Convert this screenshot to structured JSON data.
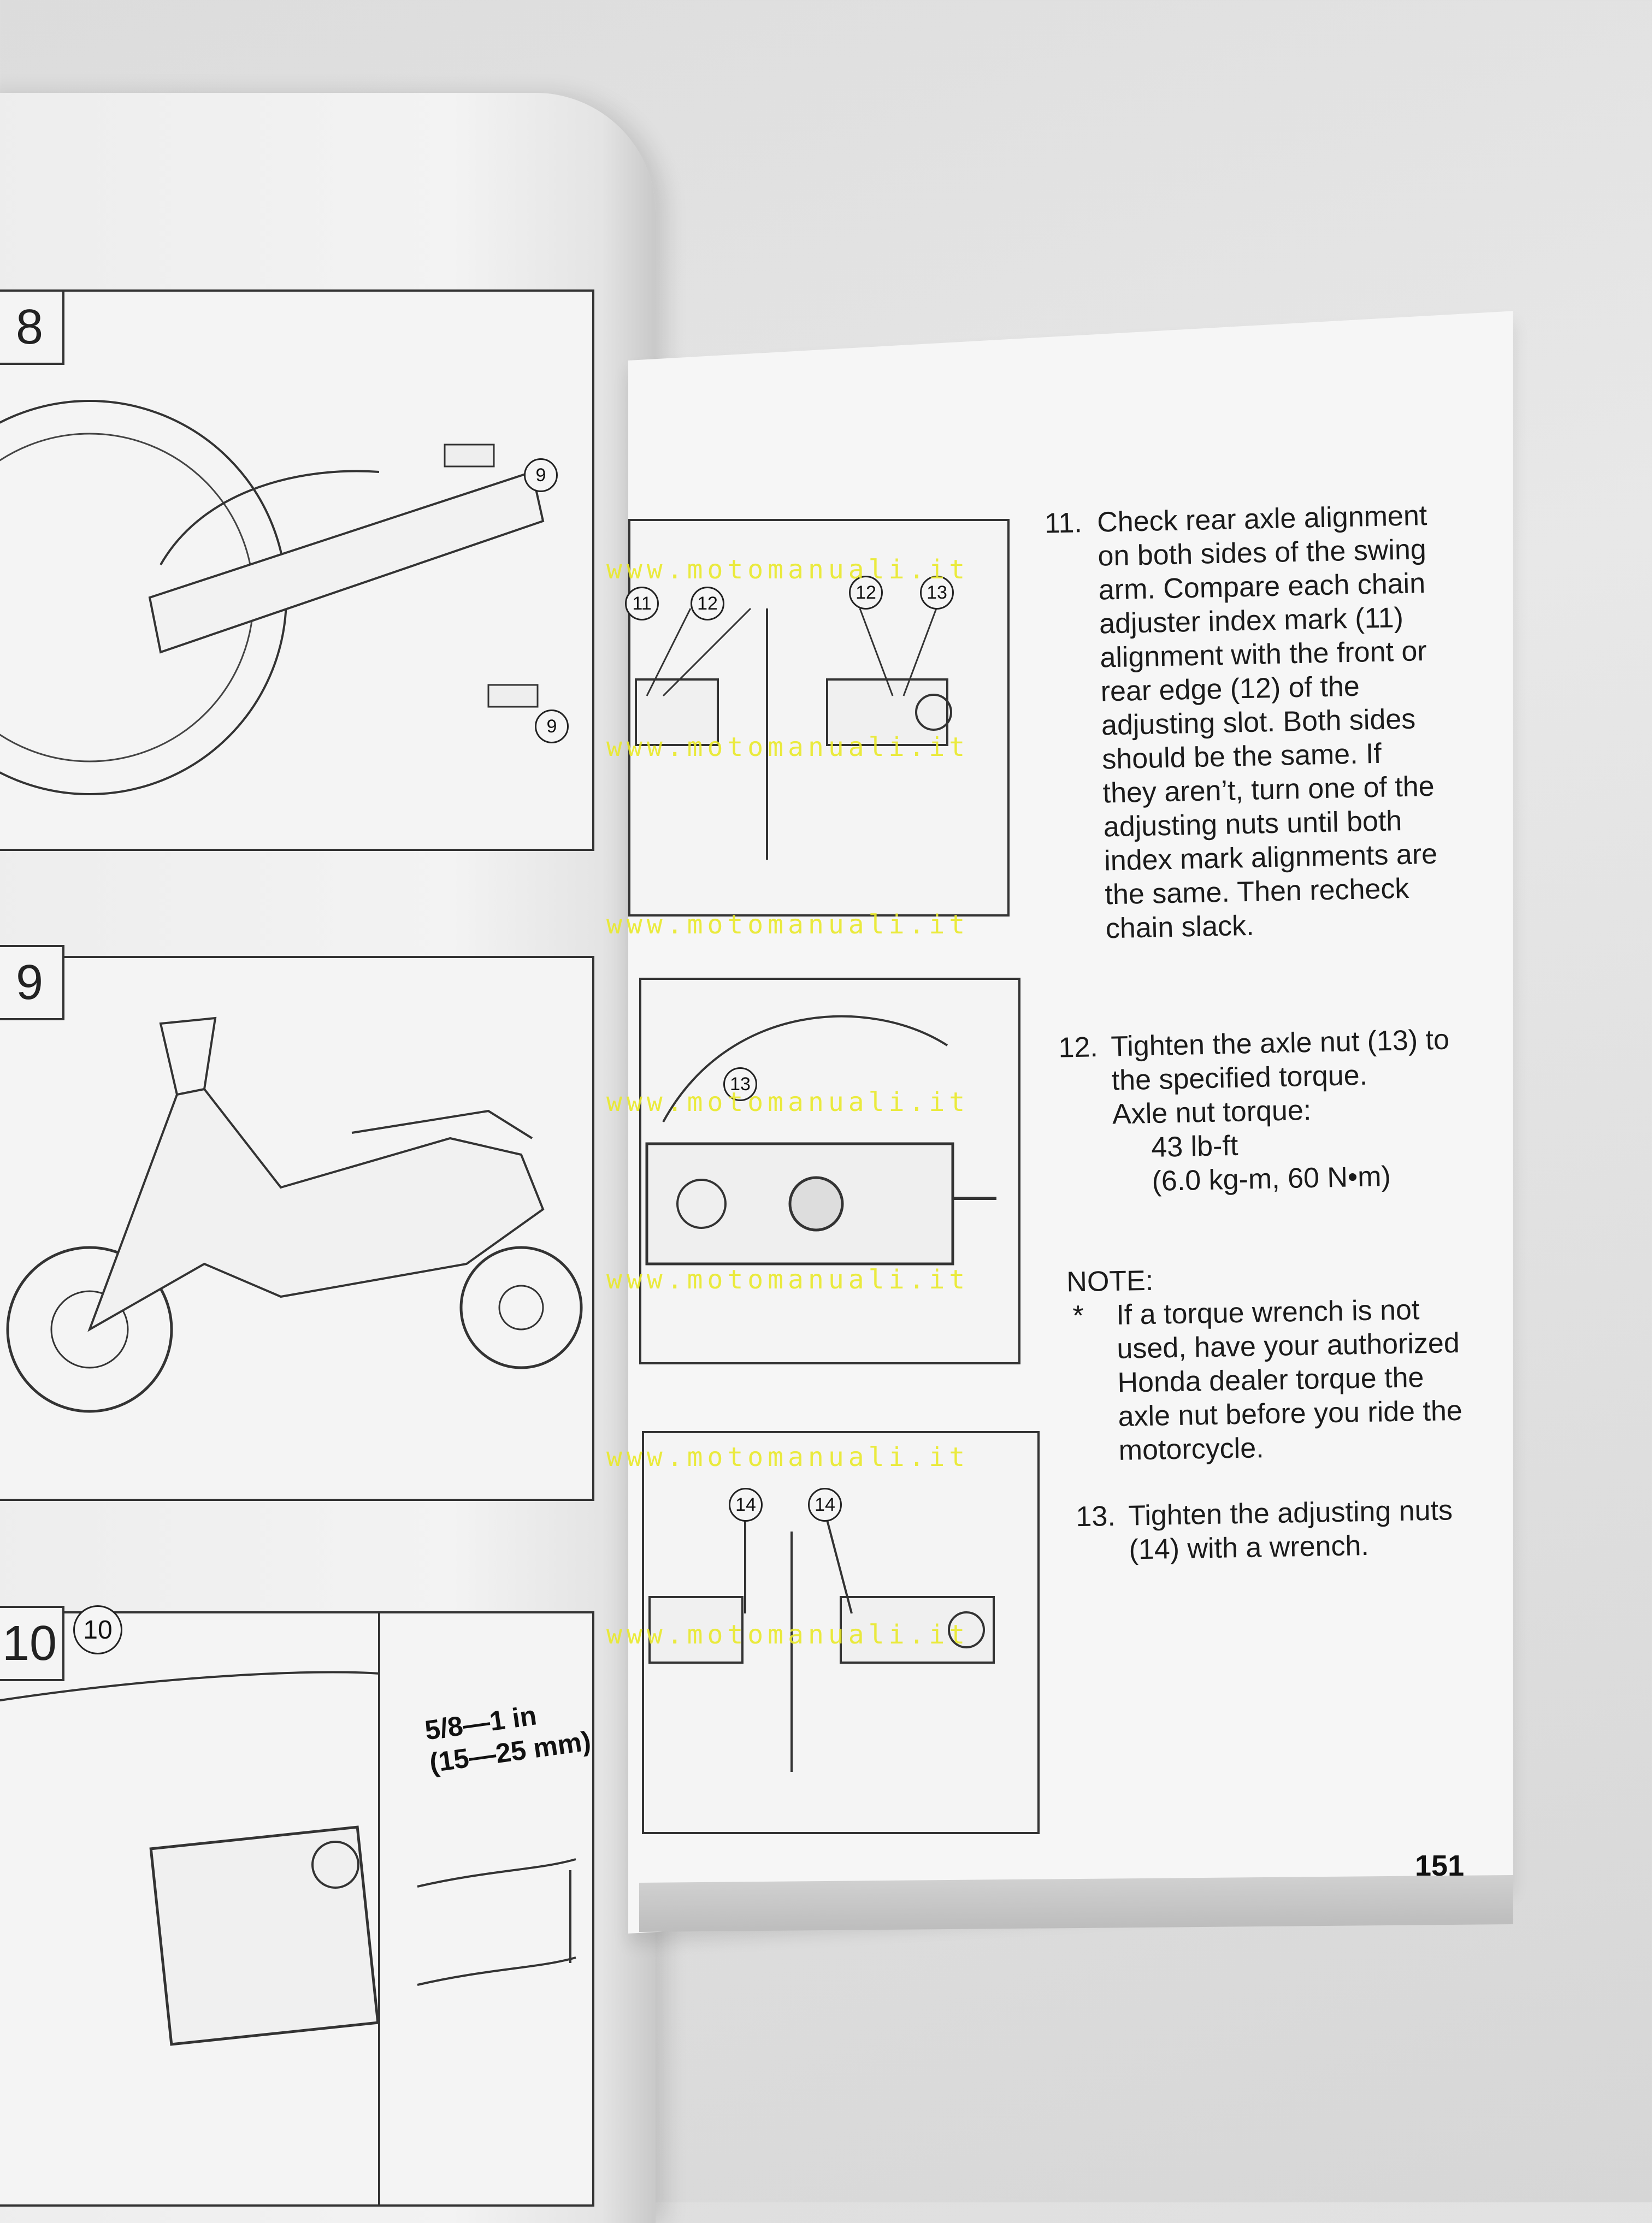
{
  "left_page": {
    "figures": [
      {
        "number": "8",
        "callouts": [
          "9",
          "9"
        ]
      },
      {
        "number": "9",
        "callouts": []
      },
      {
        "number": "10",
        "callouts": [
          "10"
        ],
        "dimension_label": "5/8—1 in\n(15—25 mm)"
      }
    ]
  },
  "right_page": {
    "figures": [
      {
        "callouts": [
          "11",
          "12",
          "12",
          "13"
        ]
      },
      {
        "callouts": [
          "13"
        ]
      },
      {
        "callouts": [
          "14",
          "14"
        ]
      }
    ],
    "steps": [
      {
        "number": "11.",
        "text": "Check rear axle alignment on both sides of the swing arm. Compare each chain adjuster index mark (11) alignment with the front or rear edge (12) of the adjusting slot. Both sides should be the same. If they aren’t, turn one of the adjusting nuts until both index mark alignments are the same. Then recheck chain slack."
      },
      {
        "number": "12.",
        "text": "Tighten the axle nut (13) to the specified torque."
      }
    ],
    "torque": {
      "label": "Axle nut torque:",
      "value": "43 lb-ft",
      "metric": "(6.0 kg-m, 60 N•m)"
    },
    "note": {
      "label": "NOTE:",
      "bullet": "*",
      "text": "If a torque wrench is not used, have your authorized Honda dealer torque the axle nut before you ride the motorcycle."
    },
    "step13": {
      "number": "13.",
      "text": "Tighten the adjusting nuts (14) with a wrench."
    },
    "page_number": "151"
  },
  "watermark": "www.motomanuali.it"
}
